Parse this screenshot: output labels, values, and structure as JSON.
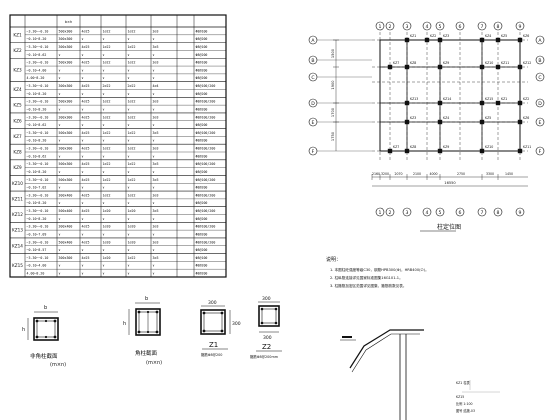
{
  "schedule": {
    "headers": [
      "",
      "",
      "b×h",
      "",
      "",
      "",
      "",
      "",
      ""
    ],
    "rows": [
      {
        "label": "KZ1",
        "sub": [
          [
            "−3.30~−0.10",
            "500x300",
            "4∅25",
            "1∅22",
            "1∅22",
            "3∅3",
            "",
            "Φ8@100"
          ],
          [
            "−0.10~8.20",
            "300x300",
            "∨",
            "∨",
            "∨",
            "∨",
            "",
            "Φ8@200"
          ]
        ]
      },
      {
        "label": "KZ2",
        "sub": [
          [
            "−3.30~−0.10",
            "300x300",
            "4∅25",
            "1∅22",
            "1∅22",
            "3∅3",
            "",
            "Φ8@100"
          ],
          [
            "−0.10~8.62",
            "∨",
            "∨",
            "∨",
            "∨",
            "∨",
            "",
            "Φ8@200"
          ]
        ]
      },
      {
        "label": "KZ3",
        "sub": [
          [
            "−3.30~−0.10",
            "500x300",
            "4∅25",
            "1∅22",
            "1∅22",
            "3∅3",
            "",
            "Φ8@100"
          ],
          [
            "−0.10~4.00",
            "∨",
            "∨",
            "∨",
            "∨",
            "∨",
            "",
            "Φ8@200"
          ],
          [
            "4.00~8.20",
            "∨",
            "∨",
            "∨",
            "∨",
            "∨",
            "",
            "Φ8@200"
          ]
        ]
      },
      {
        "label": "KZ4",
        "sub": [
          [
            "−3.30~−0.10",
            "300x300",
            "4∅25",
            "2∅22",
            "2∅22",
            "4∅4",
            "",
            "Φ8@100/200"
          ],
          [
            "−0.10~8.20",
            "∨",
            "∨",
            "∨",
            "∨",
            "∨",
            "",
            "Φ8@200"
          ]
        ]
      },
      {
        "label": "KZ5",
        "sub": [
          [
            "−3.30~−0.10",
            "500x300",
            "4∅25",
            "1∅22",
            "1∅22",
            "3∅3",
            "",
            "Φ8@100/200"
          ],
          [
            "−0.10~8.20",
            "∨",
            "∨",
            "∨",
            "∨",
            "∨",
            "",
            "Φ8@200"
          ]
        ]
      },
      {
        "label": "KZ6",
        "sub": [
          [
            "−3.30~−0.10",
            "300x300",
            "4∅25",
            "1∅22",
            "1∅22",
            "3∅3",
            "",
            "Φ8@100/200"
          ],
          [
            "−0.10~8.62",
            "∨",
            "∨",
            "∨",
            "∨",
            "∨",
            "",
            "Φ8@200"
          ]
        ]
      },
      {
        "label": "KZ7",
        "sub": [
          [
            "−3.30~−0.10",
            "500x300",
            "4∅25",
            "1∅22",
            "1∅22",
            "3∅3",
            "",
            "Φ8@100/200"
          ],
          [
            "−0.10~8.20",
            "∨",
            "∨",
            "∨",
            "∨",
            "∨",
            "",
            "Φ8@200"
          ]
        ]
      },
      {
        "label": "KZ8",
        "sub": [
          [
            "−3.30~−0.10",
            "300x300",
            "4∅25",
            "1∅22",
            "1∅22",
            "3∅3",
            "",
            "Φ8@100/200"
          ],
          [
            "−0.10~8.62",
            "∨",
            "∨",
            "∨",
            "∨",
            "∨",
            "",
            "Φ8@200"
          ]
        ]
      },
      {
        "label": "KZ9",
        "sub": [
          [
            "−3.30~−0.10",
            "500x300",
            "4∅25",
            "1∅22",
            "1∅22",
            "3∅3",
            "",
            "Φ8@100/200"
          ],
          [
            "−0.10~8.20",
            "∨",
            "∨",
            "∨",
            "∨",
            "∨",
            "",
            "Φ8@200"
          ]
        ]
      },
      {
        "label": "KZ10",
        "sub": [
          [
            "−3.30~−0.10",
            "500x300",
            "4∅25",
            "1∅22",
            "1∅22",
            "3∅3",
            "",
            "Φ8@100/200"
          ],
          [
            "−0.10~7.02",
            "∨",
            "∨",
            "∨",
            "∨",
            "∨",
            "",
            "Φ8@200"
          ]
        ]
      },
      {
        "label": "KZ11",
        "sub": [
          [
            "−3.30~−0.10",
            "300x400",
            "4∅25",
            "1∅22",
            "1∅22",
            "3∅3",
            "",
            "Φ8@100/200"
          ],
          [
            "−0.10~8.20",
            "∨",
            "∨",
            "∨",
            "∨",
            "∨",
            "",
            "Φ8@200"
          ]
        ]
      },
      {
        "label": "KZ12",
        "sub": [
          [
            "−3.30~−0.10",
            "500x400",
            "4∅25",
            "1∅20",
            "1∅20",
            "3∅3",
            "",
            "Φ8@100/200"
          ],
          [
            "−0.10~8.20",
            "∨",
            "∨",
            "∨",
            "∨",
            "∨",
            "",
            "Φ8@200"
          ]
        ]
      },
      {
        "label": "KZ13",
        "sub": [
          [
            "−3.30~−0.10",
            "300x400",
            "4∅25",
            "1∅20",
            "1∅20",
            "3∅3",
            "",
            "Φ8@100/200"
          ],
          [
            "−0.10~7.09",
            "∨",
            "∨",
            "∨",
            "∨",
            "∨",
            "",
            "Φ8@200"
          ]
        ]
      },
      {
        "label": "KZ14",
        "sub": [
          [
            "−3.30~−0.10",
            "500x400",
            "4∅25",
            "1∅20",
            "1∅20",
            "3∅3",
            "",
            "Φ8@100/200"
          ],
          [
            "−0.10~8.57",
            "∨",
            "∨",
            "∨",
            "∨",
            "∨",
            "",
            "Φ8@200"
          ]
        ]
      },
      {
        "label": "KZ15",
        "sub": [
          [
            "−3.30~−0.10",
            "300x300",
            "4∅25",
            "1∅20",
            "1∅22",
            "3∅3",
            "",
            "Φ8@100"
          ],
          [
            "−0.10~4.00",
            "∨",
            "∨",
            "∨",
            "∨",
            "∨",
            "",
            "Φ8@200"
          ],
          [
            "4.00~8.20",
            "∨",
            "∨",
            "∨",
            "∨",
            "∨",
            "",
            "Φ8@200"
          ]
        ]
      }
    ]
  },
  "plan": {
    "left_axes": [
      "A",
      "B",
      "C",
      "D",
      "E",
      "F"
    ],
    "right_axes": [
      "A",
      "B",
      "C",
      "D",
      "E",
      "F"
    ],
    "top_axes": [
      "1",
      "2",
      "3",
      "4",
      "5",
      "6",
      "7",
      "8",
      "9"
    ],
    "bottom_axes": [
      "1",
      "2",
      "3",
      "4",
      "5",
      "6",
      "7",
      "8",
      "9"
    ],
    "left_dims": [
      "1500",
      "1900",
      "1700",
      "1750"
    ],
    "bottom_dims": [
      "2160",
      "3200",
      "2070",
      "2100",
      "4000",
      "2750",
      "3300",
      "1450"
    ],
    "total_dim": "16550",
    "column_labels": [
      "KZ1",
      "KZ2",
      "KZ3",
      "KZ4",
      "KZ5",
      "KZ6",
      "KZ7",
      "KZ8",
      "KZ9",
      "KZ10",
      "KZ11",
      "KZ12",
      "KZ13",
      "KZ14",
      "KZ15"
    ],
    "caption": "柱定位图"
  },
  "notes": {
    "title": "说明：",
    "lines": [
      "1. 本图柱砼强度等级C30，钢筋HPB300(Φ)，HRB400(∅)。",
      "2. 柱纵筋连接详见国家标准图集16G101-1。",
      "3. 柱箍筋加密区范围详见图集，箍筋肢数见表。"
    ]
  },
  "details": [
    {
      "caption": "非角柱截面",
      "sub": "(m×n)",
      "dim_b": "b",
      "dim_h": "h"
    },
    {
      "caption": "角柱截面",
      "sub": "(m×n)",
      "dim_b": "b",
      "dim_h": "h"
    },
    {
      "caption": "Z1",
      "note": "箍筋Φ8@200",
      "dim1": "300",
      "dim2": "300"
    },
    {
      "caption": "Z2",
      "note": "箍筋Φ8@200mm",
      "dim1": "300",
      "dim2": "300"
    }
  ],
  "title_block": {
    "lines": [
      "KZ1 柱表",
      "KZ15",
      "比例 1:100",
      "图号 结施-03"
    ]
  }
}
